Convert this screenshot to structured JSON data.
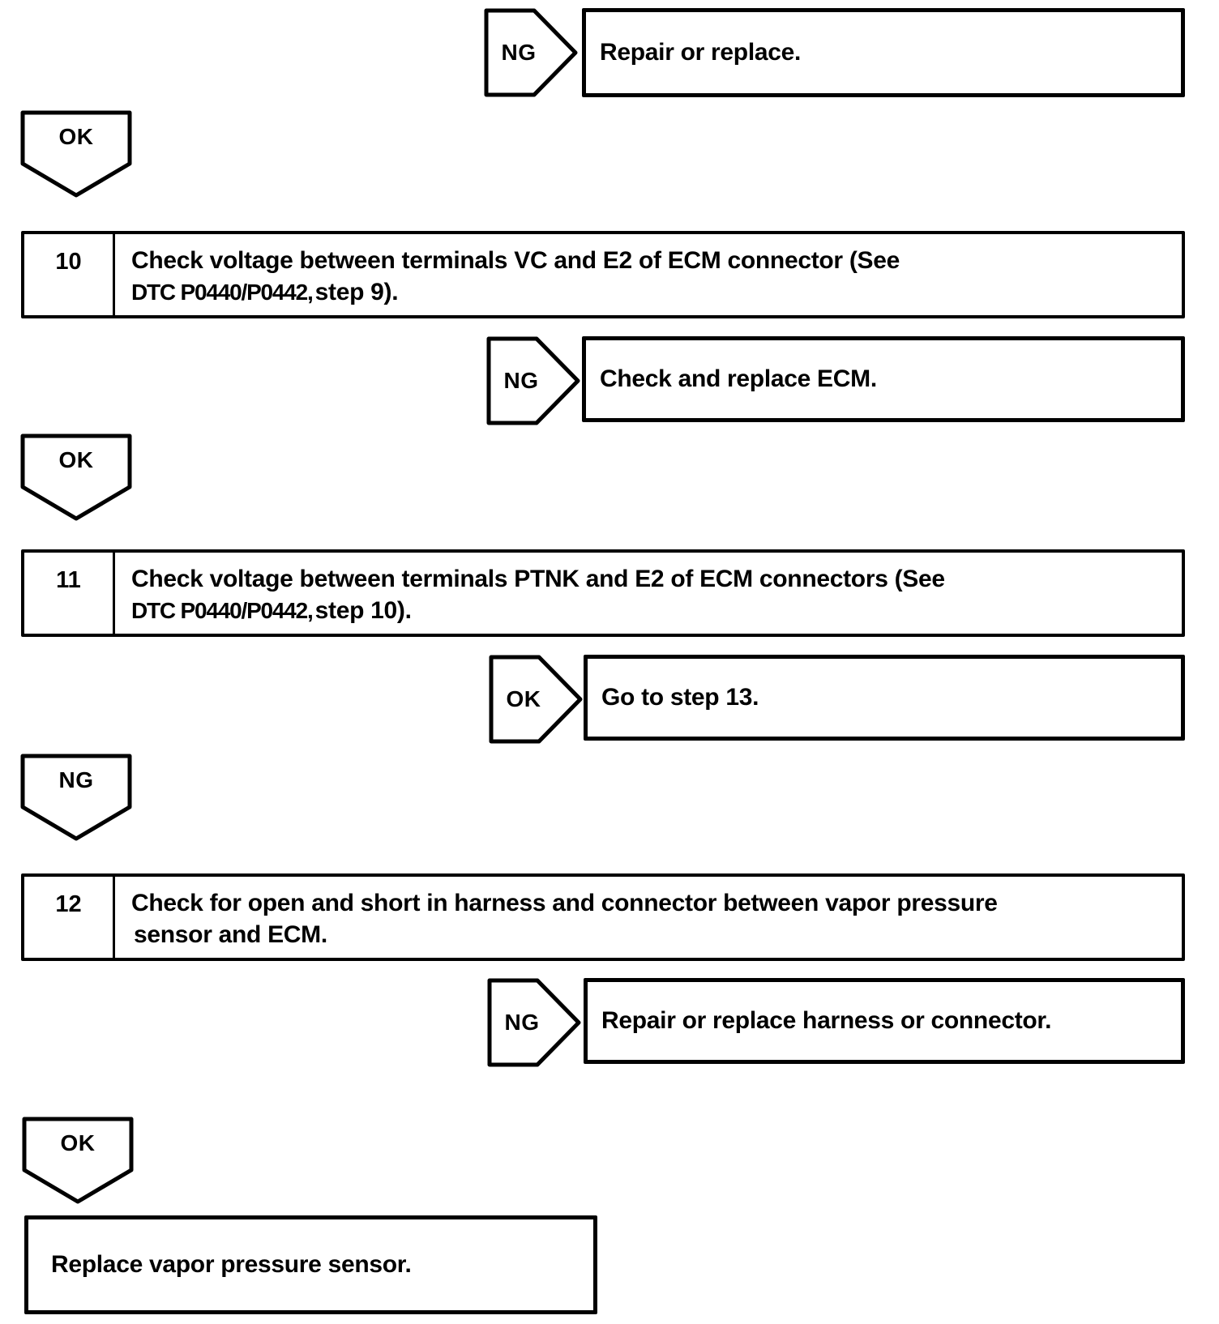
{
  "palette": {
    "ink": "#000000",
    "paper": "#ffffff"
  },
  "branches": [
    {
      "label": "NG",
      "action": "Repair or replace."
    },
    {
      "label": "NG",
      "action": "Check and replace ECM."
    },
    {
      "label": "OK",
      "action": "Go to step 13."
    },
    {
      "label": "NG",
      "action": "Repair or replace harness or connector."
    }
  ],
  "connectors": [
    {
      "label": "OK"
    },
    {
      "label": "OK"
    },
    {
      "label": "NG"
    },
    {
      "label": "OK"
    }
  ],
  "steps": [
    {
      "number": "10",
      "line1": "Check voltage between terminals VC and E2 of ECM connector (See",
      "line2_ref": "DTC P0440/P0442,",
      "line2_rest": "step 9)."
    },
    {
      "number": "11",
      "line1": "Check voltage between terminals PTNK and E2 of ECM connectors (See",
      "line2_ref": "DTC P0440/P0442,",
      "line2_rest": "step 10)."
    },
    {
      "number": "12",
      "line1": "Check for open and short in harness and connector between vapor pressure",
      "line2_ref": "",
      "line2_rest": "sensor and ECM."
    }
  ],
  "terminal": {
    "text": "Replace vapor pressure sensor."
  }
}
